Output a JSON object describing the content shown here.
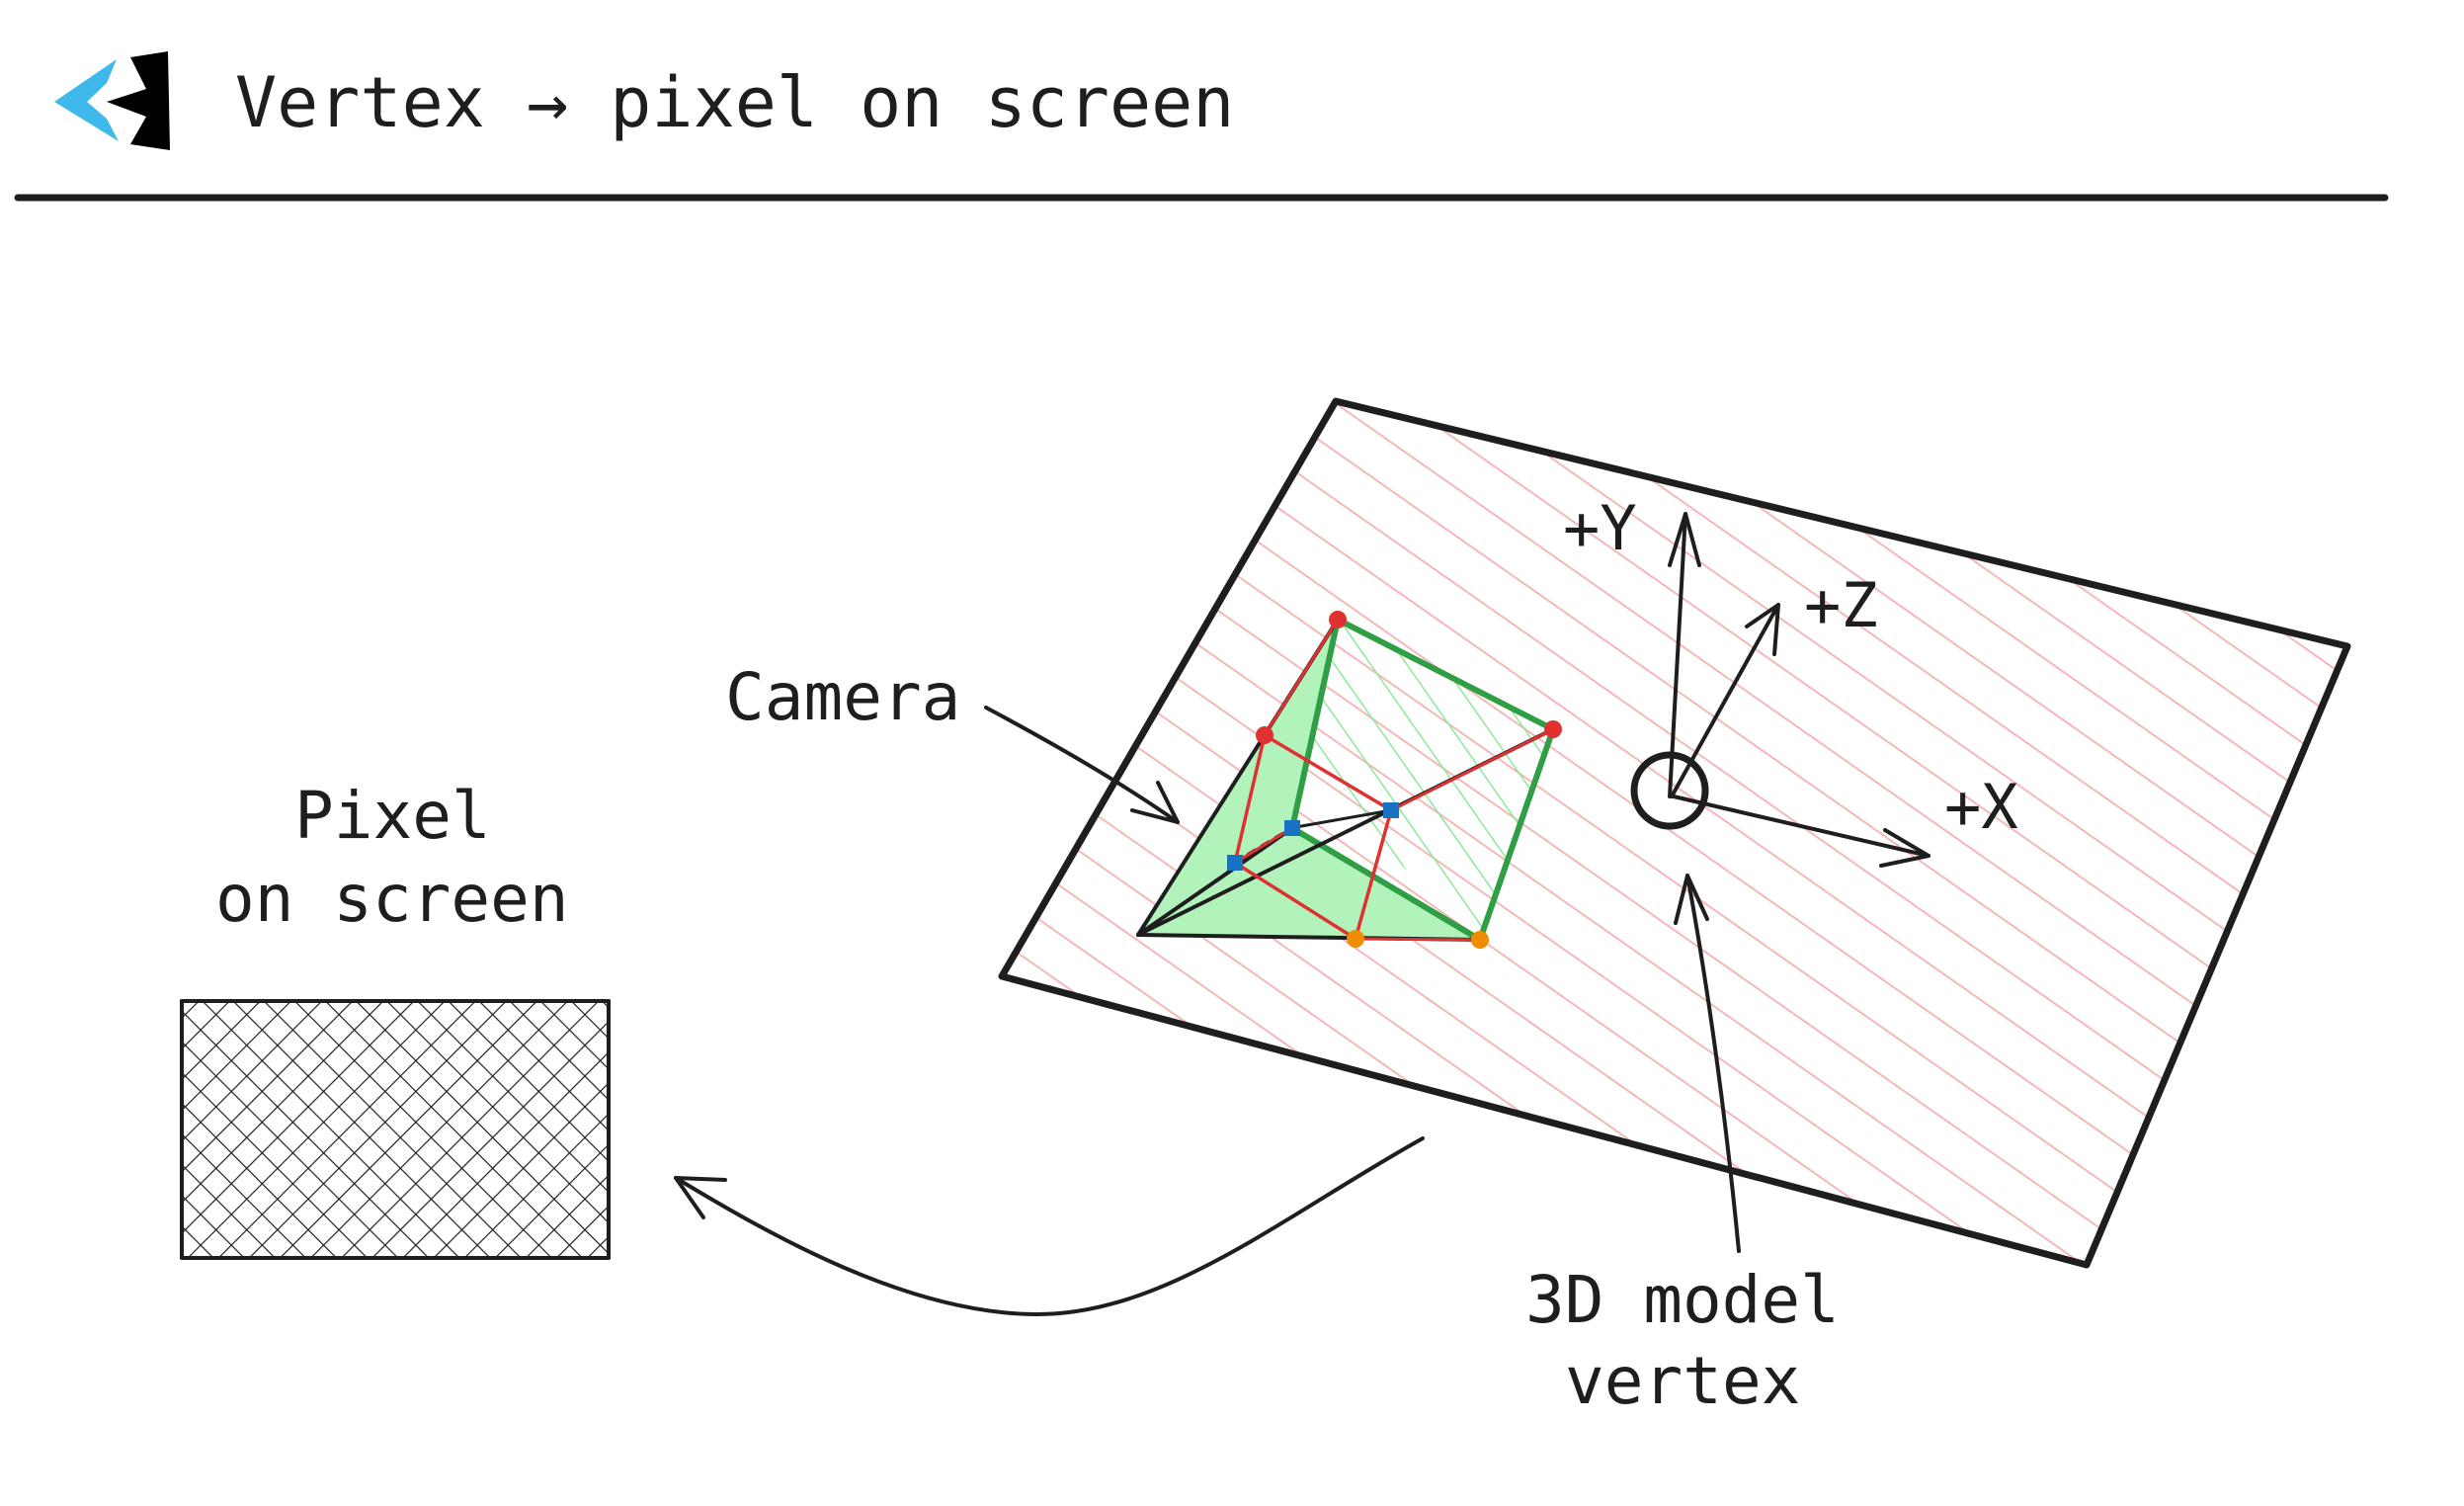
{
  "header": {
    "title": "Vertex → pixel on screen",
    "logo_icon": "excalidraw-logo-icon",
    "logo_colors": [
      "#3fb8ec",
      "#000000"
    ]
  },
  "labels": {
    "camera": "Camera",
    "pixel_line1": "Pixel",
    "pixel_line2": "on screen",
    "vertex_line1": "3D model",
    "vertex_line2": "vertex",
    "axis_x": "+X",
    "axis_y": "+Y",
    "axis_z": "+Z"
  },
  "colors": {
    "ink": "#1e1e1e",
    "plane_hatch": "#f4b8b8",
    "camera_fill": "#b2f2bb",
    "camera_edge": "#2f9e44",
    "frustum_near": "#e03131",
    "point_red": "#e03131",
    "point_blue": "#1971c2",
    "point_orange": "#f08c00"
  }
}
